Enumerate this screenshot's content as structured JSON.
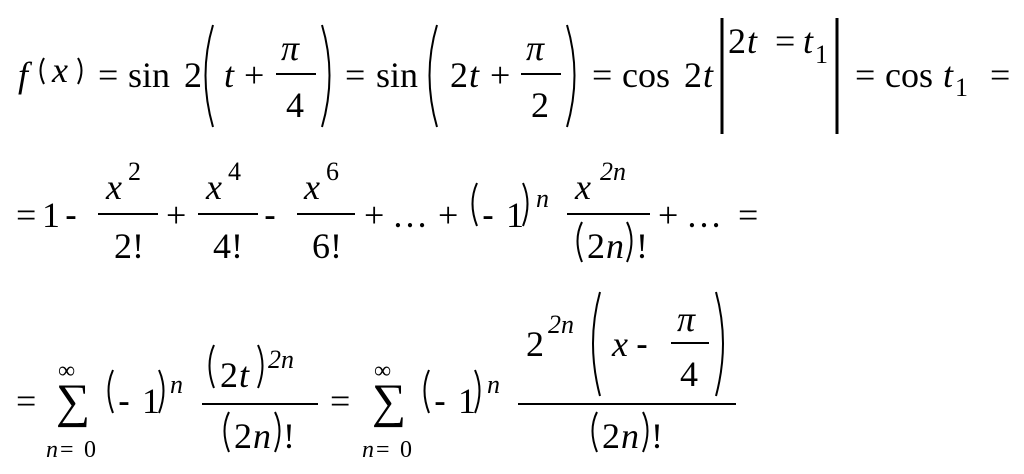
{
  "line1": {
    "f": "f",
    "x": "x",
    "eq1": "=",
    "sin1": "sin",
    "two1": "2",
    "t1": "t",
    "plus1": "+",
    "pi1": "π",
    "four": "4",
    "eq2": "=",
    "sin2": "sin",
    "two2": "2",
    "t2": "t",
    "plus2": "+",
    "pi2": "π",
    "two_den": "2",
    "eq3": "=",
    "cos1": "cos",
    "two3": "2",
    "t3": "t",
    "two4": "2",
    "t4": "t",
    "eq4": "=",
    "t5": "t",
    "sub1": "1",
    "eq5": "=",
    "cos2": "cos",
    "t6": "t",
    "sub2": "1",
    "eq6": "="
  },
  "line2": {
    "eq": "=",
    "one": "1",
    "minus1": "-",
    "x1": "x",
    "p2": "2",
    "d1": "2!",
    "plus1": "+",
    "x2": "x",
    "p4": "4",
    "d2": "4!",
    "minus2": "-",
    "x3": "x",
    "p6": "6",
    "d3": "6!",
    "plus2": "+",
    "dots1": "…",
    "plus3": "+",
    "minus3": "-",
    "one2": "1",
    "n1": "n",
    "x4": "x",
    "p2n": "2n",
    "den2": "2",
    "den_n": "n",
    "bang": "!",
    "plus4": "+",
    "dots2": "…",
    "eq_end": "="
  },
  "line3": {
    "eq1": "=",
    "sigma1": "∑",
    "inf1": "∞",
    "n0_1": "n",
    "eq_lim1": "=",
    "zero1": "0",
    "minus1": "-",
    "one1": "1",
    "n1": "n",
    "two_t": "2",
    "t": "t",
    "exp1": "2n",
    "den1_2": "2",
    "den1_n": "n",
    "bang1": "!",
    "eq2": "=",
    "sigma2": "∑",
    "inf2": "∞",
    "n0_2": "n",
    "eq_lim2": "=",
    "zero2": "0",
    "minus2": "-",
    "one2": "1",
    "n2": "n",
    "two_b": "2",
    "exp2": "2n",
    "x": "x",
    "minus3": "-",
    "pi": "π",
    "four": "4",
    "den2_2": "2",
    "den2_n": "n",
    "bang2": "!"
  }
}
